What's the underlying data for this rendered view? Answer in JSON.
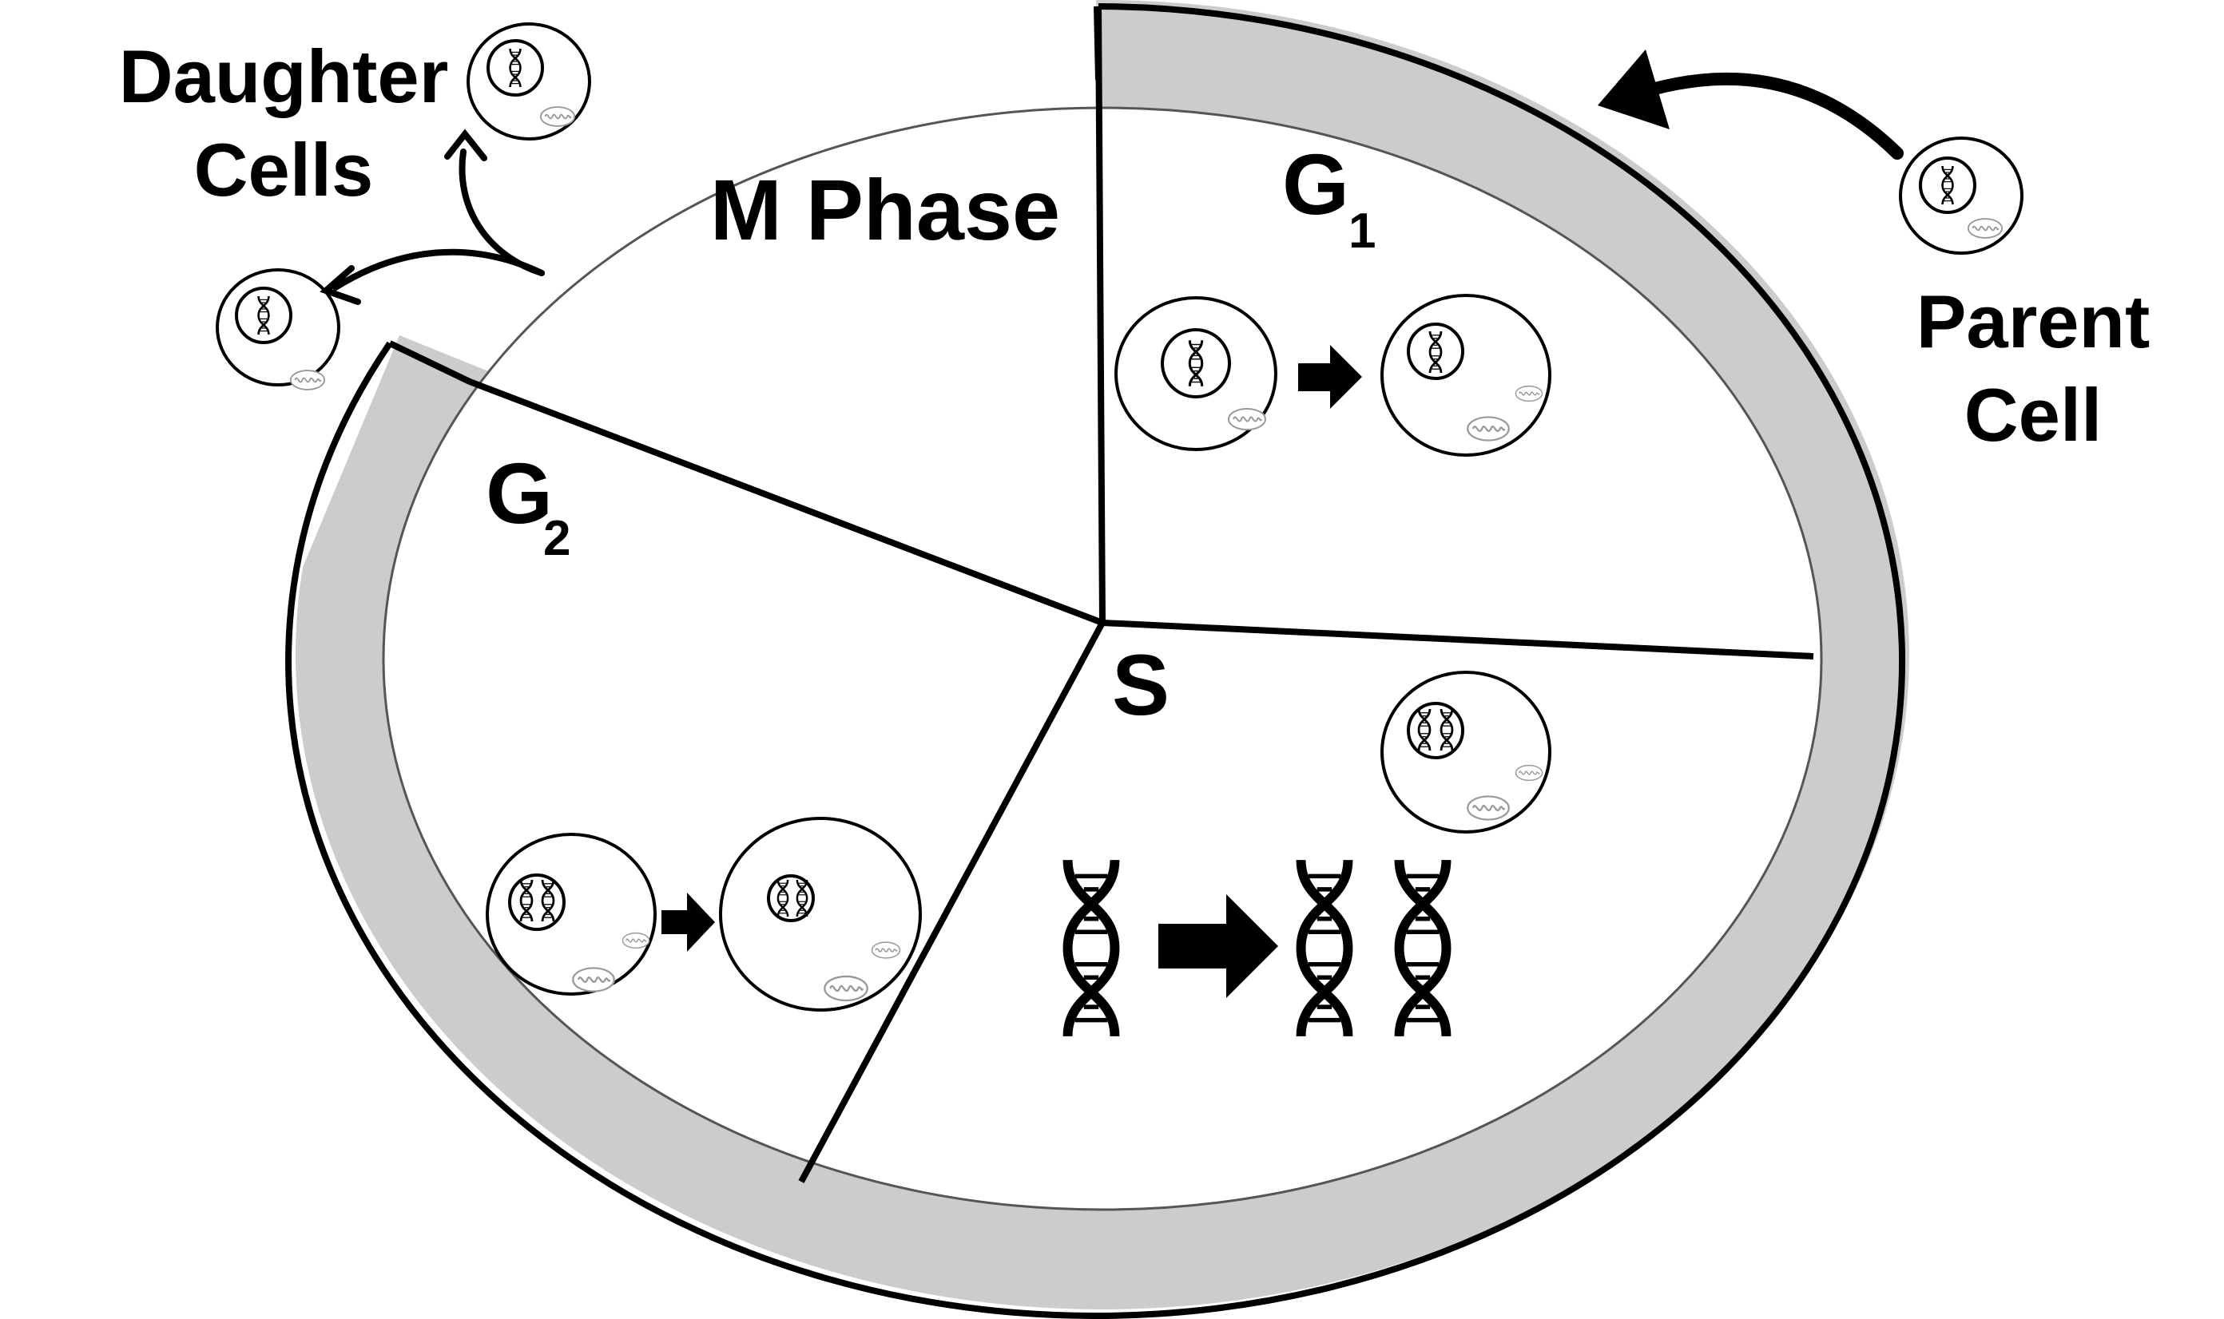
{
  "labels": {
    "m_phase": "M Phase",
    "g1": "G",
    "g1_sub": "1",
    "g2": "G",
    "g2_sub": "2",
    "s": "S",
    "daughter_line1": "Daughter",
    "daughter_line2": "Cells",
    "parent_line1": "Parent",
    "parent_line2": "Cell"
  },
  "colors": {
    "band": "#cccccc",
    "stroke": "#000000",
    "organelle": "#bbbbbb",
    "background": "#ffffff"
  },
  "icons": [
    "cell-icon",
    "dna-icon",
    "mitochondrion-icon",
    "arrow-right-icon",
    "curved-arrow-icon"
  ]
}
